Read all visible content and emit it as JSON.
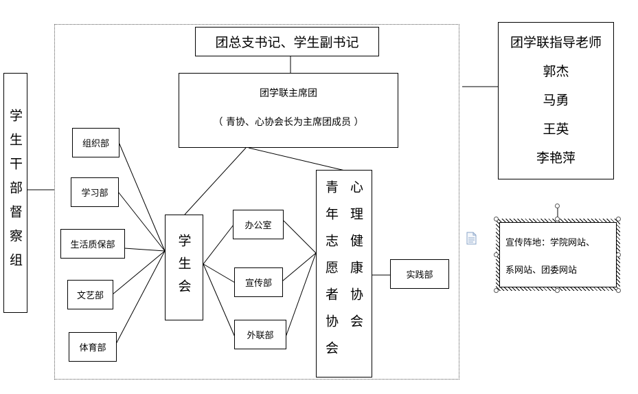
{
  "top_box": "团总支书记、学生副书记",
  "presidium": {
    "title": "团学联主席团",
    "note": "（ 青协、心协会长为主席团成员 ）"
  },
  "left_supervision": "学生干部督察组",
  "student_union": "学生会",
  "left_departments": [
    "组织部",
    "学习部",
    "生活质保部",
    "文艺部",
    "体育部"
  ],
  "middle_departments": [
    "办公室",
    "宣传部",
    "外联部"
  ],
  "volunteer_association": "青年志愿者协会",
  "psych_association": "心理健康协会",
  "practice_dept": "实践部",
  "advisors": {
    "title": "团学联指导老师",
    "names": [
      "郭杰",
      "马勇",
      "王英",
      "李艳萍"
    ]
  },
  "publicity": {
    "line1": "宣传阵地：学院网站、",
    "line2": "系网站、团委网站"
  }
}
